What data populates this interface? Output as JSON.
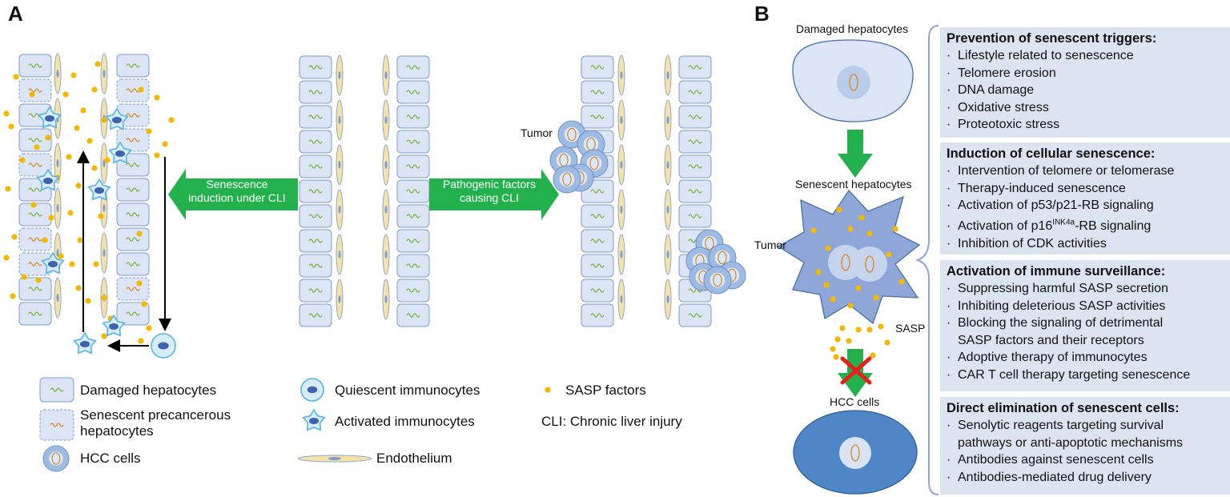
{
  "panel_a": {
    "letter": "A",
    "arrow_left_label": [
      "Senescence",
      "induction under CLI"
    ],
    "arrow_right_label": [
      "Pathogenic factors",
      "causing CLI"
    ],
    "tumor_label_1": "Tumor",
    "tumor_label_2": "Tumor",
    "legend": {
      "damaged": "Damaged hepatocytes",
      "senescent": [
        "Senescent precancerous",
        "hepatocytes"
      ],
      "hcc": "HCC cells",
      "quiescent": "Quiescent immunocytes",
      "activated": "Activated immunocytes",
      "endothelium": "Endothelium",
      "sasp": "SASP factors",
      "cli": "CLI: Chronic liver injury"
    }
  },
  "panel_b": {
    "letter": "B",
    "damaged_label": "Damaged hepatocytes",
    "senescent_label": "Senescent hepatocytes",
    "sasp_label": "SASP",
    "hcc_label": "HCC cells",
    "sections": [
      {
        "title": "Prevention of senescent triggers:",
        "items": [
          "Lifestyle related to senescence",
          "Telomere erosion",
          "DNA damage",
          "Oxidative stress",
          "Proteotoxic stress"
        ]
      },
      {
        "title": "Induction of cellular senescence:",
        "items": [
          "Intervention of telomere or telomerase",
          "Therapy-induced senescence",
          "Activation of p53/p21-RB signaling",
          "Activation of p16INK4a-RB signaling",
          "Inhibition of CDK activities"
        ]
      },
      {
        "title": "Activation of immune surveillance:",
        "items": [
          "Suppressing harmful SASP secretion",
          "Inhibiting deleterious SASP activities",
          "Blocking the signaling of detrimental",
          "SASP factors and their receptors",
          "Adoptive therapy of immunocytes",
          "CAR T cell therapy targeting senescence"
        ]
      },
      {
        "title": "Direct elimination of senescent cells:",
        "items": [
          "Senolytic reagents targeting survival",
          "pathways or anti-apoptotic mechanisms",
          "Antibodies against senescent cells",
          "Antibodies-mediated drug delivery"
        ]
      }
    ]
  },
  "colors": {
    "hepatocyte_fill": "#dbe5f5",
    "hepatocyte_stroke": "#7f9ccb",
    "green_arrow": "#22b14c",
    "sasp": "#f5b800",
    "immunocyte": "#55b3e6",
    "hcc_fill": "#4f86c6",
    "side_box": "#dce4f2",
    "red_x": "#e8201c"
  }
}
